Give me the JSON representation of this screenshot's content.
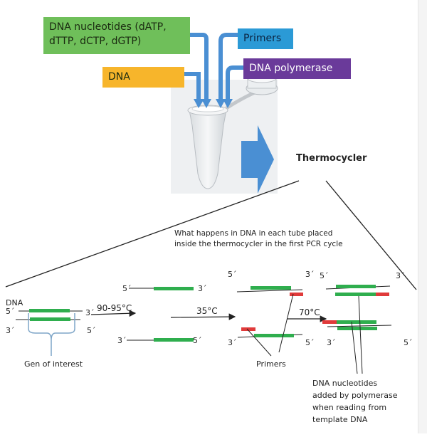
{
  "colors": {
    "nucleotide_box": "#6fbf5a",
    "dna_box": "#f7b52b",
    "primers_box": "#2b9ad6",
    "polymerase_box": "#6a3a9a",
    "arrow_blue": "#4a8fd3",
    "strand_green": "#2fae4e",
    "primer_red": "#e03a3a",
    "line": "#222222",
    "bracket": "#7fa6c8"
  },
  "top": {
    "nucleotides_label_line1": "DNA nucleotides (dATP,",
    "nucleotides_label_line2": "dTTP, dCTP, dGTP)",
    "dna_label": "DNA",
    "primers_label": "Primers",
    "polymerase_label": "DNA polymerase",
    "thermocycler_label": "Thermocycler"
  },
  "caption": {
    "line1": "What happens in DNA in each tube placed",
    "line2": "inside the thermocycler in the first PCR cycle"
  },
  "steps": {
    "denature_temp": "90-95°C",
    "anneal_temp": "35°C",
    "extend_temp": "70°C"
  },
  "start_dna": {
    "title": "DNA",
    "top_left": "5´",
    "top_right": "3´",
    "bottom_left": "3´",
    "bottom_right": "5´",
    "gene_label": "Gen of interest"
  },
  "separated": {
    "top_left": "5´",
    "top_right": "3´",
    "bottom_left": "3´",
    "bottom_right": "5´"
  },
  "annealed": {
    "top_left": "5´",
    "top_right": "3´",
    "bottom_left": "3´",
    "bottom_right": "5´",
    "primers_label": "Primers"
  },
  "extended": {
    "top_left": "5´",
    "top_right": "3´",
    "bottom_left": "3´",
    "bottom_right": "5´",
    "note_line1": "DNA nucleotides",
    "note_line2": "added by polymerase",
    "note_line3": "when reading from",
    "note_line4": "template DNA"
  }
}
